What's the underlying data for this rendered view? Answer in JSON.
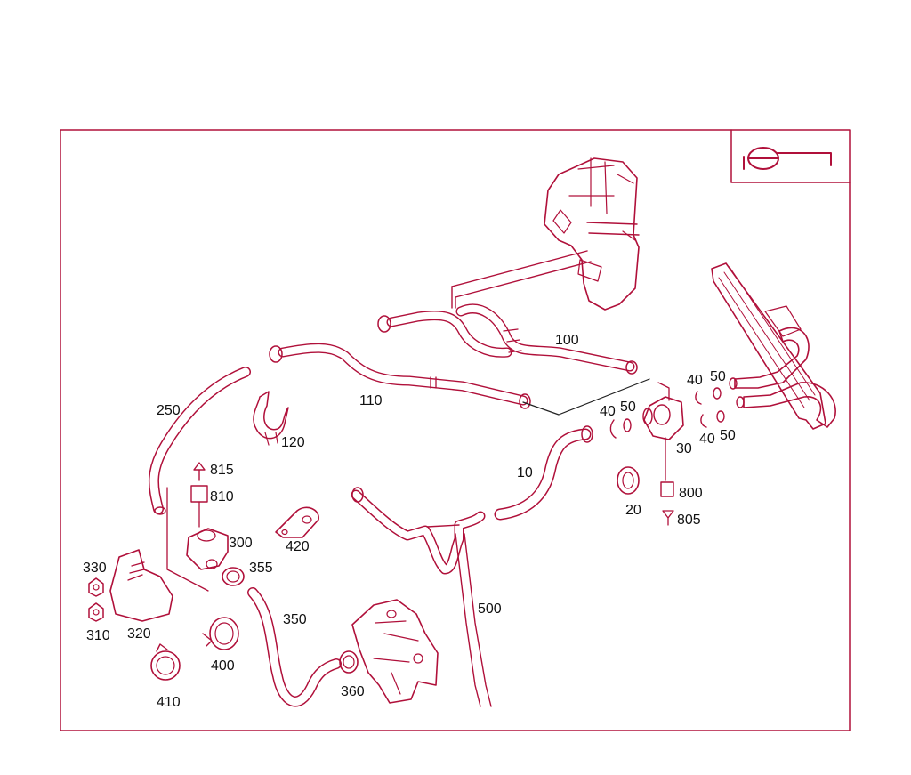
{
  "colors": {
    "outline": "#b0103a",
    "fill": "#ffffff",
    "frame": "#b0103a",
    "label": "#111111",
    "leader": "#222222"
  },
  "icon": "engine-view-icon",
  "labels": {
    "p10": "10",
    "p20": "20",
    "p30": "30",
    "p40a": "40",
    "p50a": "50",
    "p40b": "40",
    "p50b": "50",
    "p40c": "40",
    "p50c": "50",
    "p100": "100",
    "p110": "110",
    "p120": "120",
    "p250": "250",
    "p300": "300",
    "p310": "310",
    "p320": "320",
    "p330": "330",
    "p350": "350",
    "p355": "355",
    "p360": "360",
    "p400": "400",
    "p410": "410",
    "p420": "420",
    "p500": "500",
    "p800": "800",
    "p805": "805",
    "p810": "810",
    "p815": "815"
  }
}
